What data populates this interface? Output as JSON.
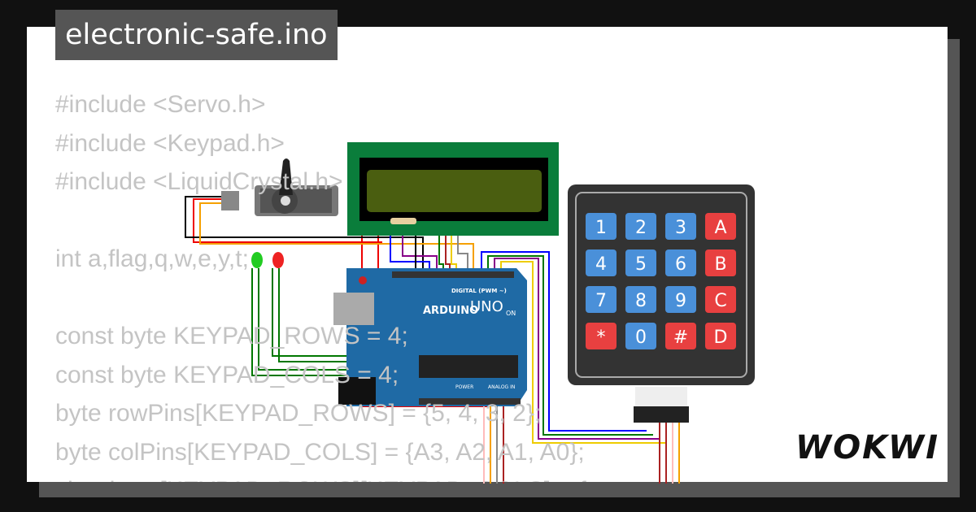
{
  "title": "electronic-safe.ino",
  "code_lines": [
    "#include <Servo.h>",
    "#include <Keypad.h>",
    "#include <LiquidCrystal.h>",
    "",
    "int a,flag,q,w,e,y,t;",
    "",
    "const byte KEYPAD_ROWS = 4;",
    "const byte KEYPAD_COLS = 4;",
    "byte rowPins[KEYPAD_ROWS] = {5, 4, 3, 2};",
    "byte colPins[KEYPAD_COLS] = {A3, A2, A1, A0};",
    "char keys[KEYPAD_ROWS][KEYPAD_COLS] = {"
  ],
  "keypad": {
    "keys": [
      "1",
      "2",
      "3",
      "A",
      "4",
      "5",
      "6",
      "B",
      "7",
      "8",
      "9",
      "C",
      "*",
      "0",
      "#",
      "D"
    ]
  },
  "arduino": {
    "brand": "ARDUINO",
    "model": "UNO",
    "digital_label": "DIGITAL (PWM ~)",
    "power_label": "POWER",
    "analog_label": "ANALOG IN",
    "on_label": "ON"
  },
  "logo": "WOKWI",
  "colors": {
    "frame": "#555555",
    "background": "#111111",
    "code": "#cfcfcf",
    "keypad_number": "#4a90d9",
    "keypad_letter": "#e84040",
    "board": "#1f6aa5",
    "lcd": "#0a7d3b"
  }
}
